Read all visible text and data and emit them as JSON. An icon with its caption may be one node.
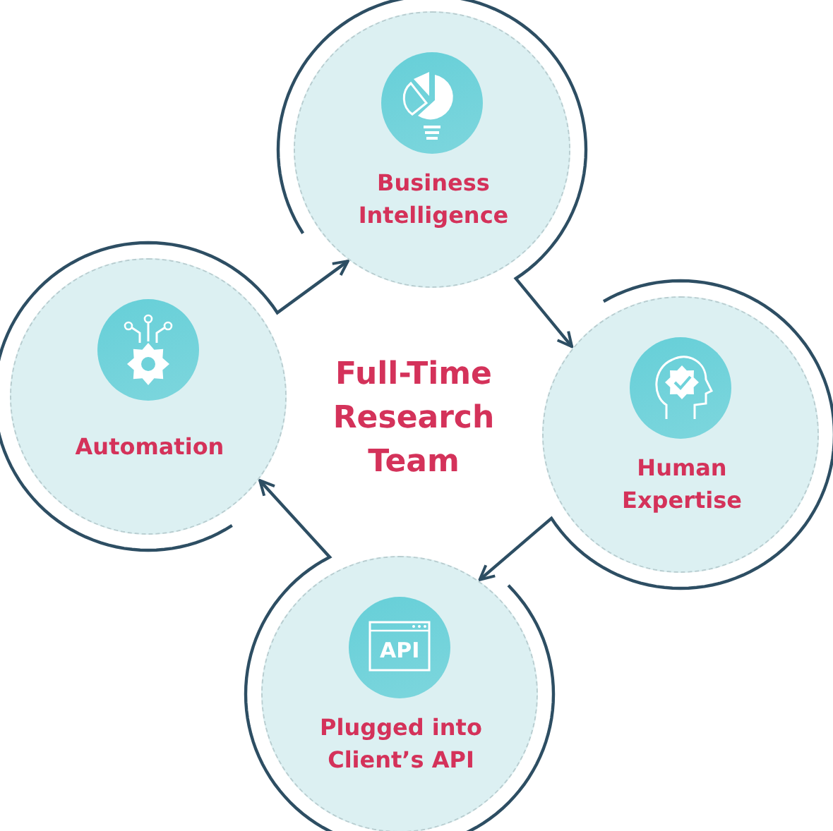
{
  "diagram": {
    "nodes": [
      {
        "text": [
          "Business Intelligence"
        ]
      },
      {
        "text": [
          "Automation"
        ]
      },
      {
        "text": [
          "Human Expertise"
        ]
      },
      {
        "text": [
          "API",
          "Plugged into Client’s API"
        ]
      }
    ],
    "edges": [
      {
        "from": 1,
        "to": 0,
        "arrow": "to"
      },
      {
        "from": 0,
        "to": 2,
        "arrow": "to"
      },
      {
        "from": 2,
        "to": 3,
        "arrow": "to"
      },
      {
        "from": 3,
        "to": 1,
        "arrow": "to"
      }
    ],
    "labels": [
      "Full-Time Research Team"
    ]
  }
}
